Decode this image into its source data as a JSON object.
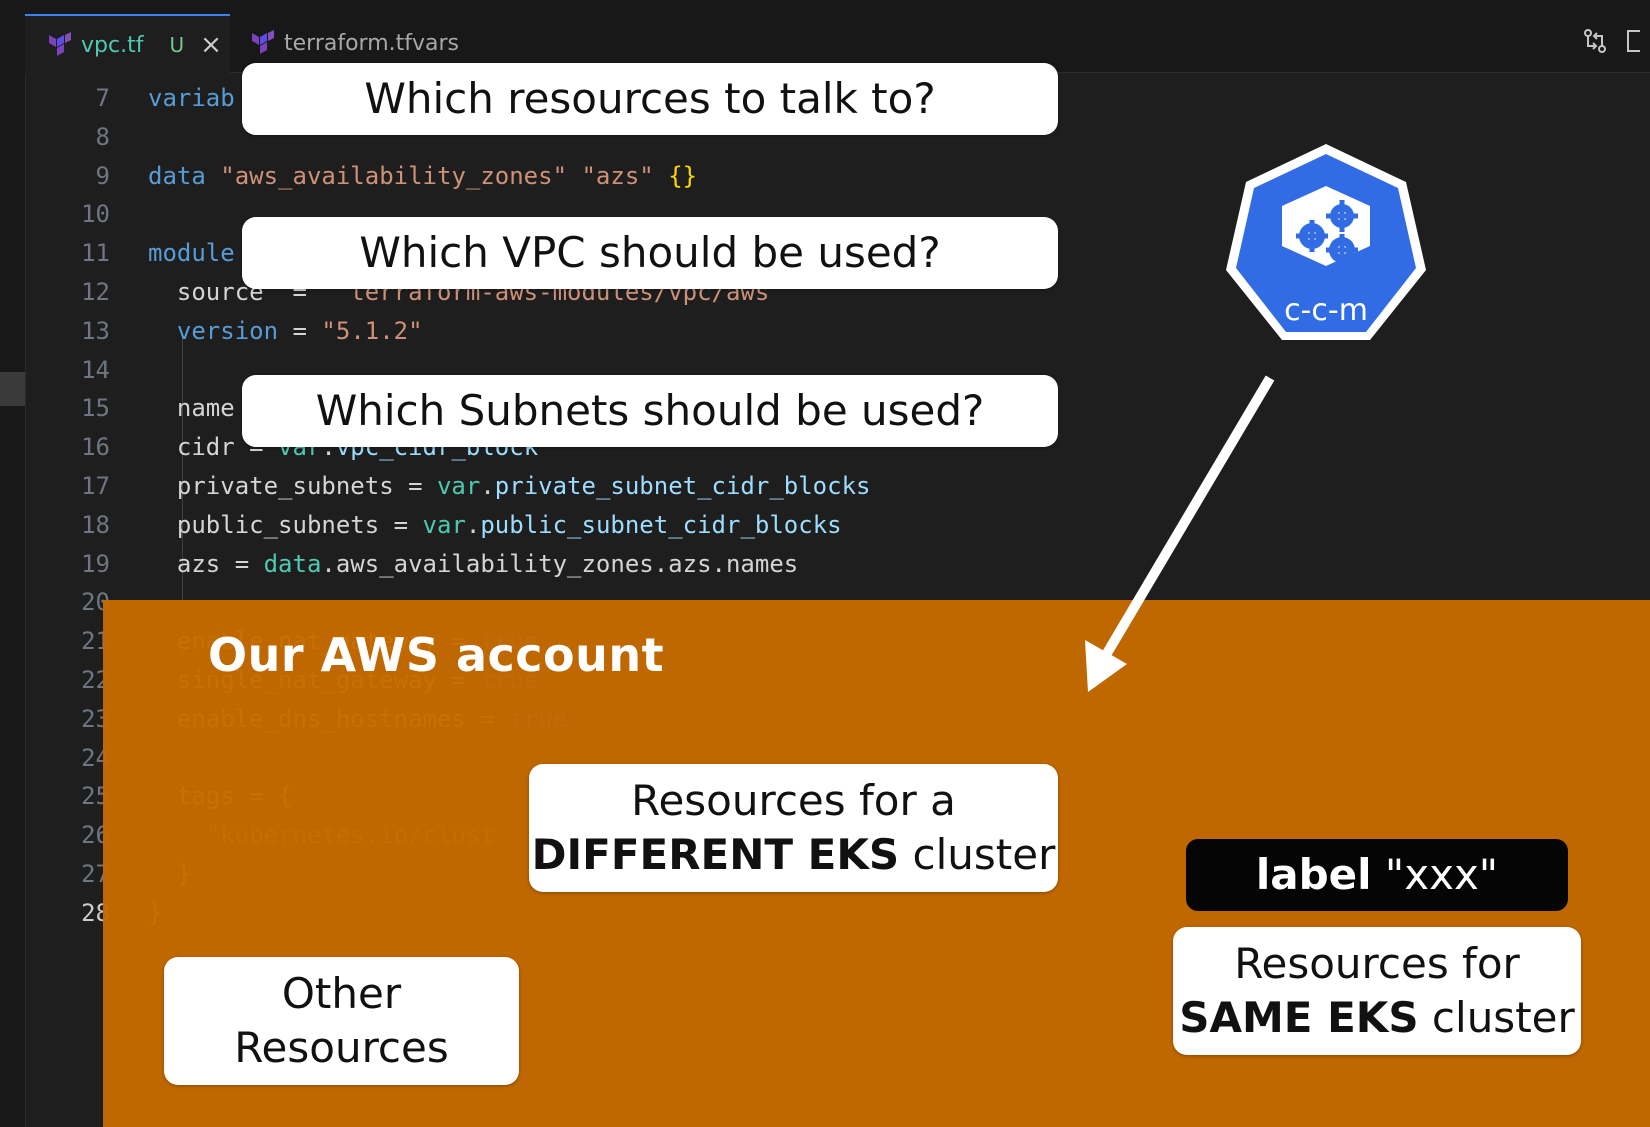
{
  "tabs": [
    {
      "name": "vpc.tf",
      "status": "U",
      "close": "×",
      "active": true
    },
    {
      "name": "terraform.tfvars",
      "active": false
    }
  ],
  "code_lines": [
    {
      "num": "7",
      "tokens": [
        [
          "kw",
          "variab"
        ]
      ]
    },
    {
      "num": "8",
      "tokens": []
    },
    {
      "num": "9",
      "tokens": [
        [
          "kw",
          "data"
        ],
        [
          "plain",
          " "
        ],
        [
          "str",
          "\"aws_availability_zones\""
        ],
        [
          "plain",
          " "
        ],
        [
          "str",
          "\"azs\""
        ],
        [
          "plain",
          " "
        ],
        [
          "brace",
          "{}"
        ]
      ]
    },
    {
      "num": "10",
      "tokens": []
    },
    {
      "num": "11",
      "tokens": [
        [
          "kw",
          "module"
        ]
      ]
    },
    {
      "num": "12",
      "tokens": [
        [
          "plain",
          "  source  =  "
        ],
        [
          "str",
          "\"terraform-aws-modules/vpc/aws\""
        ]
      ]
    },
    {
      "num": "13",
      "tokens": [
        [
          "plain",
          "  "
        ],
        [
          "kw",
          "version"
        ],
        [
          "plain",
          " = "
        ],
        [
          "str",
          "\"5.1.2\""
        ]
      ]
    },
    {
      "num": "14",
      "tokens": []
    },
    {
      "num": "15",
      "tokens": [
        [
          "plain",
          "  name"
        ]
      ]
    },
    {
      "num": "16",
      "tokens": [
        [
          "plain",
          "  cidr = "
        ],
        [
          "teal",
          "var"
        ],
        [
          "plain",
          "."
        ],
        [
          "prop",
          "vpc_cidr_block"
        ]
      ]
    },
    {
      "num": "17",
      "tokens": [
        [
          "plain",
          "  private_subnets = "
        ],
        [
          "teal",
          "var"
        ],
        [
          "plain",
          "."
        ],
        [
          "prop",
          "private_subnet_cidr_blocks"
        ]
      ]
    },
    {
      "num": "18",
      "tokens": [
        [
          "plain",
          "  public_subnets = "
        ],
        [
          "teal",
          "var"
        ],
        [
          "plain",
          "."
        ],
        [
          "prop",
          "public_subnet_cidr_blocks"
        ]
      ]
    },
    {
      "num": "19",
      "tokens": [
        [
          "plain",
          "  azs = "
        ],
        [
          "teal",
          "data"
        ],
        [
          "plain",
          ".aws_availability_zones.azs.names"
        ]
      ]
    },
    {
      "num": "20",
      "tokens": []
    },
    {
      "num": "21",
      "tokens": [
        [
          "plain",
          "  enable_nat_gateway = "
        ],
        [
          "kw",
          "true"
        ]
      ]
    },
    {
      "num": "22",
      "tokens": [
        [
          "plain",
          "  single_nat_gateway = "
        ],
        [
          "kw",
          "true"
        ]
      ]
    },
    {
      "num": "23",
      "tokens": [
        [
          "plain",
          "  enable_dns_hostnames = "
        ],
        [
          "kw",
          "true"
        ]
      ]
    },
    {
      "num": "24",
      "tokens": []
    },
    {
      "num": "25",
      "tokens": [
        [
          "plain",
          "  tags = {"
        ]
      ]
    },
    {
      "num": "26",
      "tokens": [
        [
          "plain",
          "    "
        ],
        [
          "str",
          "\"kubernetes.io/clust"
        ]
      ]
    },
    {
      "num": "27",
      "tokens": [
        [
          "plain",
          "  }"
        ]
      ]
    },
    {
      "num": "28",
      "tokens": [
        [
          "plain",
          "}"
        ]
      ]
    }
  ],
  "overlay": {
    "q1": "Which resources to talk to?",
    "q2": "Which VPC should be used?",
    "q3": "Which Subnets should be used?",
    "aws_title": "Our AWS account",
    "different_line1": "Resources for a",
    "different_bold": "DIFFERENT EKS",
    "different_rest": " cluster",
    "other_line1": "Other",
    "other_line2": "Resources",
    "label_bold": "label",
    "label_value": " \"xxx\"",
    "same_line1": "Resources for",
    "same_bold": "SAME EKS",
    "same_rest": " cluster",
    "ccm_text": "c-c-m"
  },
  "colors": {
    "aws_bg": "#c66a00",
    "k8s_blue": "#326ce5",
    "accent_tab": "#3b82f6"
  }
}
